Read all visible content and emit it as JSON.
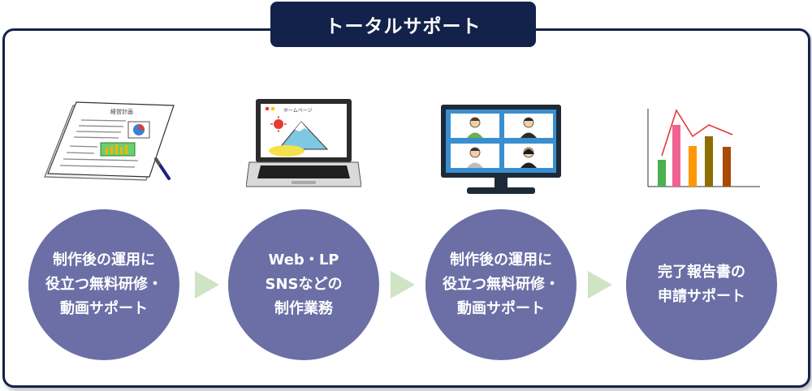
{
  "title": "トータルサポート",
  "illustrations": {
    "document_heading": "経営計画",
    "screen_caption": "ホームページ"
  },
  "steps": [
    {
      "lines": [
        "制作後の運用に",
        "役立つ無料研修・",
        "動画サポート"
      ]
    },
    {
      "lines": [
        "Web・LP",
        "SNSなどの",
        "制作業務"
      ]
    },
    {
      "lines": [
        "制作後の運用に",
        "役立つ無料研修・",
        "動画サポート"
      ]
    },
    {
      "lines": [
        "完了報告書の",
        "申請サポート"
      ]
    }
  ],
  "colors": {
    "navy": "#13224a",
    "circle": "#6b6fa6",
    "arrow": "#cfe3c5"
  }
}
